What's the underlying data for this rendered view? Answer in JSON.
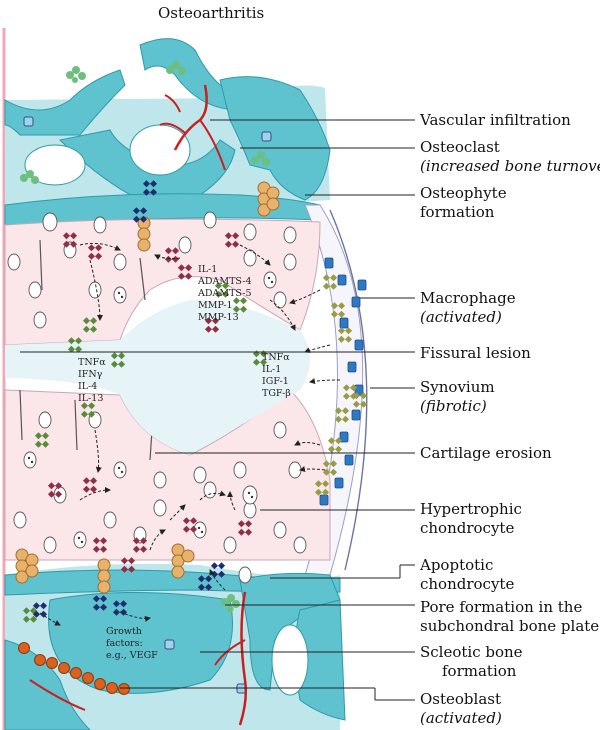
{
  "title": "Osteoarthritis",
  "labels": {
    "vascular": "Vascular infiltration",
    "osteoclast": "Osteoclast",
    "osteoclast_note": "(increased bone turnover)",
    "osteophyte_1": "Osteophyte",
    "osteophyte_2": "formation",
    "macrophage": "Macrophage",
    "macrophage_note": "(activated)",
    "fissural": "Fissural lesion",
    "synovium": "Synovium",
    "synovium_note": "(fibrotic)",
    "erosion": "Cartilage erosion",
    "hypertrophic_1": "Hypertrophic",
    "hypertrophic_2": "chondrocyte",
    "apoptotic_1": "Apoptotic",
    "apoptotic_2": "chondrocyte",
    "pore_1": "Pore formation in the",
    "pore_2": "subchondral bone plate",
    "scleotic_1": "Scleotic bone",
    "scleotic_2": "formation",
    "osteoblast": "Osteoblast",
    "osteoblast_note": "(activated)"
  },
  "mediators": {
    "upper": [
      "IL-1",
      "ADAMTS-4",
      "ADAMTS-5",
      "MMP-1",
      "MMP-13"
    ],
    "left": [
      "TNFα",
      "IFNγ",
      "IL-4",
      "IL-13"
    ],
    "right": [
      "TNFα",
      "IL-1",
      "IGF-1",
      "TGF-β"
    ],
    "growth": [
      "Growth",
      "factors:",
      "e.g., VEGF"
    ]
  },
  "colors": {
    "bone": "#5ec3cf",
    "bone_edge": "#2e9aa8",
    "cartilage": "#fbe6ea",
    "vessel": "#c8201f",
    "osteoclast_cell": "#e7b26c",
    "macrophage": "#2f78c4",
    "osteoblast": "#d8621e",
    "mediator_red": "#8e2f46",
    "mediator_green": "#5c8a3c",
    "mediator_navy": "#1e2d6e",
    "mediator_olive": "#9a9b43"
  }
}
